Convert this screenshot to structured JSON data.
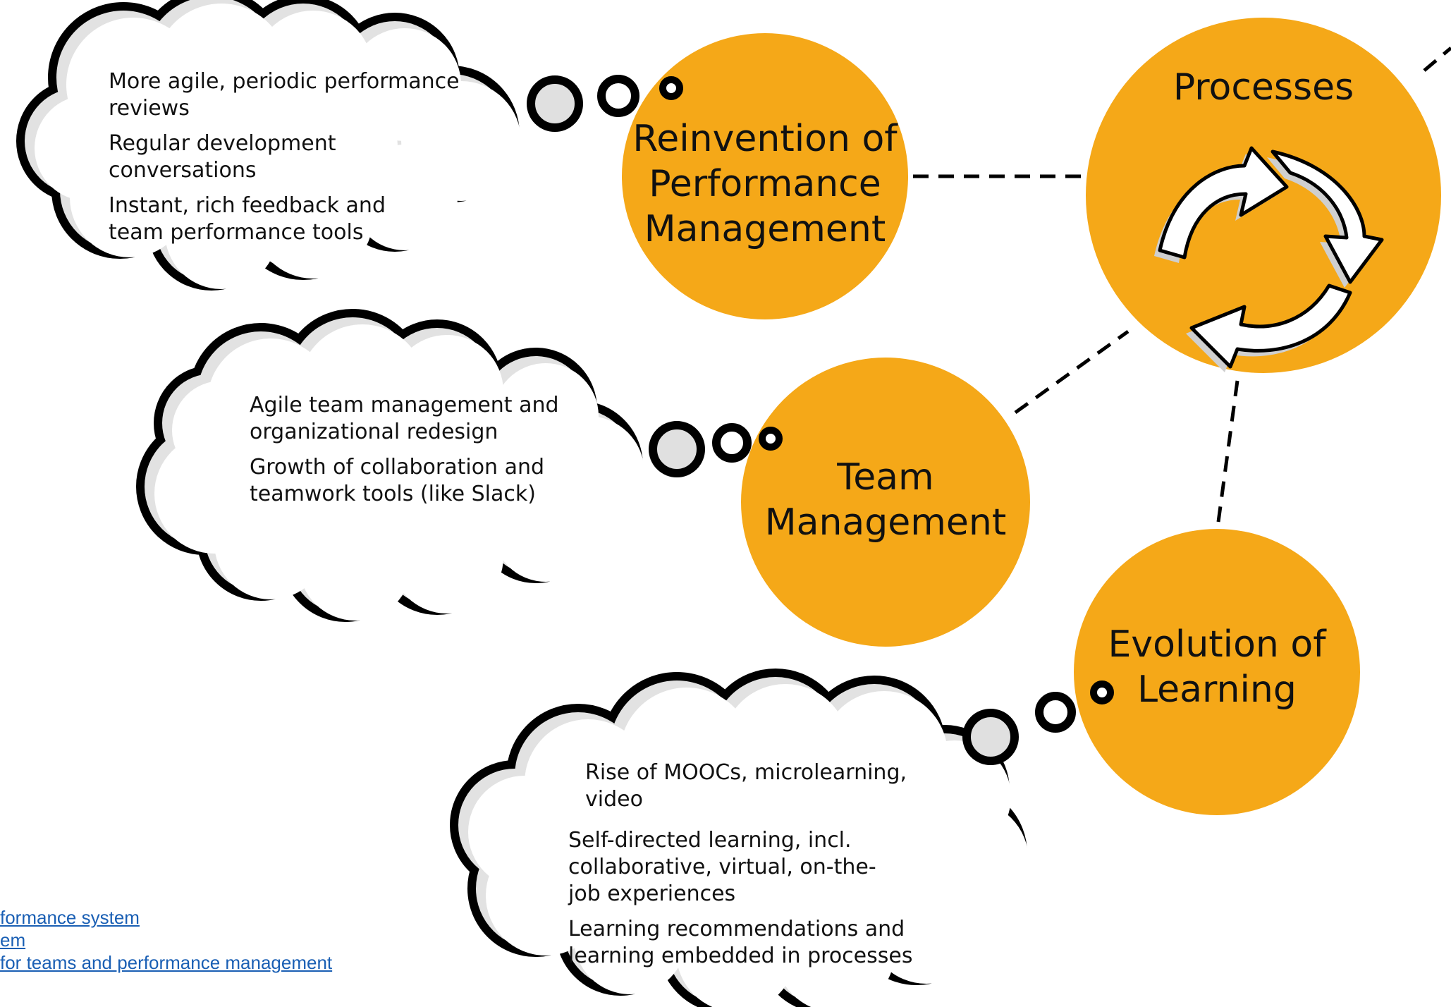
{
  "colors": {
    "node": "#f5a818",
    "outline": "#000000",
    "cloud_shadow": "#e2e2e2",
    "link": "#1a5fb4"
  },
  "nodes": {
    "performance": {
      "label_lines": [
        "Reinvention of",
        "Performance",
        "Management"
      ]
    },
    "team": {
      "label_lines": [
        "Team",
        "Management"
      ]
    },
    "learning": {
      "label_lines": [
        "Evolution of",
        "Learning"
      ]
    },
    "processes": {
      "label": "Processes",
      "icon": "recycle-arrows-icon"
    }
  },
  "clouds": {
    "performance": [
      "More agile, periodic performance reviews",
      "Regular development conversations",
      "Instant, rich feedback and team performance tools"
    ],
    "team": [
      "Agile team management and organizational redesign",
      "Growth of collaboration and teamwork tools (like Slack)"
    ],
    "learning": [
      "Rise of MOOCs, microlearning, video",
      "Self-directed learning, incl. collaborative, virtual, on-the-job experiences",
      "Learning recommendations and learning embedded in processes"
    ]
  },
  "links": [
    "formance system",
    "em",
    "for teams and performance management"
  ]
}
